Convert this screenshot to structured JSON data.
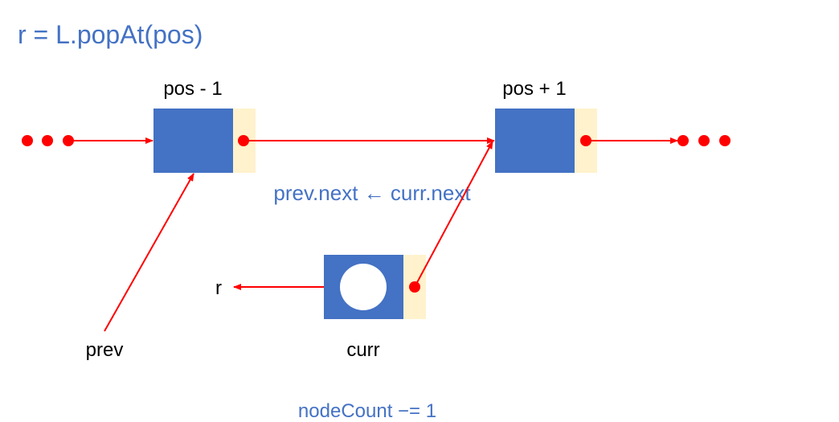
{
  "title": "r = L.popAt(pos)",
  "labels": {
    "node_left": "pos - 1",
    "node_right": "pos + 1",
    "assign": "prev.next ← curr.next",
    "r": "r",
    "prev": "prev",
    "curr": "curr",
    "count": "nodeCount −= 1"
  },
  "colors": {
    "title_blue": "#4472C4",
    "node_blue": "#4472C4",
    "pointer_cell": "#FFF2CC",
    "arrow_red": "#FF0000",
    "text_black": "#000000"
  }
}
